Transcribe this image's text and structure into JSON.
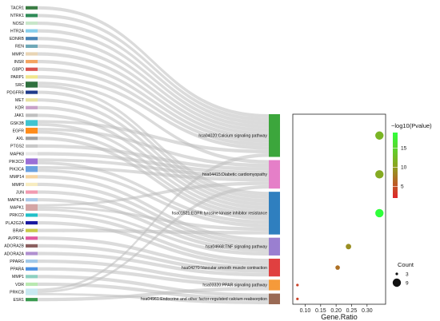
{
  "chart_data": {
    "type": "sankey-dotplot",
    "genes": [
      {
        "name": "TACR1",
        "color": "#3a7d44"
      },
      {
        "name": "NTRK1",
        "color": "#2e8b57"
      },
      {
        "name": "NOS2",
        "color": "#c8e6c9"
      },
      {
        "name": "HTR2A",
        "color": "#87ceeb"
      },
      {
        "name": "EDNRB",
        "color": "#4682b4"
      },
      {
        "name": "REN",
        "color": "#6fa8b8"
      },
      {
        "name": "MMP2",
        "color": "#e8d5b5"
      },
      {
        "name": "INSR",
        "color": "#f4a460"
      },
      {
        "name": "GBPD",
        "color": "#d9534f"
      },
      {
        "name": "PARP1",
        "color": "#f0e68c"
      },
      {
        "name": "SRC",
        "color": "#2f6f3e"
      },
      {
        "name": "PDGFRB",
        "color": "#1e3a8a"
      },
      {
        "name": "MET",
        "color": "#e6e1a0"
      },
      {
        "name": "KDR",
        "color": "#c8a2c8"
      },
      {
        "name": "JAK1",
        "color": "#c0c0c0"
      },
      {
        "name": "GSK3B",
        "color": "#40c4d0"
      },
      {
        "name": "EGFR",
        "color": "#ff8c1a"
      },
      {
        "name": "AXL",
        "color": "#a0a0a0"
      },
      {
        "name": "PTGS2",
        "color": "#c9c9c9"
      },
      {
        "name": "MAPK8",
        "color": "#e8e8e8"
      },
      {
        "name": "PIK3CD",
        "color": "#9b6fd6"
      },
      {
        "name": "PIK3CA",
        "color": "#6aa1e0"
      },
      {
        "name": "MMP14",
        "color": "#f5d3a0"
      },
      {
        "name": "MMP3",
        "color": "#f7ecc0"
      },
      {
        "name": "JUN",
        "color": "#f29ab0"
      },
      {
        "name": "MAPK14",
        "color": "#a8c8e8"
      },
      {
        "name": "MAPK1",
        "color": "#d4a5a5"
      },
      {
        "name": "PRKCD",
        "color": "#20c0c8"
      },
      {
        "name": "PLA2G2A",
        "color": "#1a1aa0"
      },
      {
        "name": "BRAF",
        "color": "#c8c84a"
      },
      {
        "name": "AVPR1A",
        "color": "#e05aa0"
      },
      {
        "name": "ADORA2B",
        "color": "#8b6060"
      },
      {
        "name": "ADORA2A",
        "color": "#b090d0"
      },
      {
        "name": "PPARG",
        "color": "#a0c8e8"
      },
      {
        "name": "PPARA",
        "color": "#4a90e2"
      },
      {
        "name": "MMP1",
        "color": "#8ed0c0"
      },
      {
        "name": "VDR",
        "color": "#b8e8b0"
      },
      {
        "name": "PRKCB",
        "color": "#c8e8f0"
      },
      {
        "name": "ESR1",
        "color": "#3a9a50"
      }
    ],
    "pathways": [
      {
        "name": "hsa04020:Calcium signaling pathway",
        "color": "#3ca63c",
        "gene_ratio": 0.34,
        "count": 9,
        "neg_log10_p": 12
      },
      {
        "name": "hsa04415:Diabetic cardiomyopathy",
        "color": "#e57fc8",
        "gene_ratio": 0.34,
        "count": 9,
        "neg_log10_p": 11
      },
      {
        "name": "hsa01521:EGFR tyrosine kinase inhibitor resistance",
        "color": "#2f7fbf",
        "gene_ratio": 0.34,
        "count": 9,
        "neg_log10_p": 19
      },
      {
        "name": "hsa04668:TNF signaling pathway",
        "color": "#9a7fd0",
        "gene_ratio": 0.24,
        "count": 6,
        "neg_log10_p": 9
      },
      {
        "name": "hsa04270:Vascular smooth muscle contraction",
        "color": "#e04040",
        "gene_ratio": 0.205,
        "count": 5,
        "neg_log10_p": 7
      },
      {
        "name": "hsa03320:PPAR signaling pathway",
        "color": "#f59a3a",
        "gene_ratio": 0.075,
        "count": 3,
        "neg_log10_p": 4
      },
      {
        "name": "hsa04961:Endocrine and other factor-regulated calcium reabsorption",
        "color": "#9a6a55",
        "gene_ratio": 0.075,
        "count": 3,
        "neg_log10_p": 4
      }
    ],
    "links": [
      [
        0,
        0
      ],
      [
        1,
        0
      ],
      [
        2,
        0
      ],
      [
        3,
        0
      ],
      [
        4,
        0
      ],
      [
        5,
        0
      ],
      [
        6,
        0
      ],
      [
        7,
        0
      ],
      [
        8,
        0
      ],
      [
        9,
        0
      ],
      [
        10,
        2
      ],
      [
        11,
        2
      ],
      [
        12,
        2
      ],
      [
        13,
        2
      ],
      [
        14,
        2
      ],
      [
        15,
        2
      ],
      [
        16,
        2
      ],
      [
        17,
        2
      ],
      [
        18,
        1
      ],
      [
        19,
        1
      ],
      [
        20,
        1
      ],
      [
        20,
        2
      ],
      [
        21,
        1
      ],
      [
        21,
        2
      ],
      [
        22,
        3
      ],
      [
        23,
        3
      ],
      [
        24,
        3
      ],
      [
        25,
        3
      ],
      [
        26,
        3
      ],
      [
        26,
        2
      ],
      [
        27,
        4
      ],
      [
        28,
        4
      ],
      [
        29,
        2
      ],
      [
        30,
        4
      ],
      [
        31,
        4
      ],
      [
        32,
        4
      ],
      [
        33,
        5
      ],
      [
        34,
        5
      ],
      [
        35,
        6
      ],
      [
        36,
        6
      ],
      [
        37,
        1
      ],
      [
        37,
        0
      ],
      [
        37,
        6
      ],
      [
        38,
        5
      ],
      [
        16,
        1
      ],
      [
        10,
        1
      ],
      [
        26,
        1
      ],
      [
        15,
        0
      ]
    ],
    "xlabel": "Gene.Ratio",
    "x_ticks": [
      0.1,
      0.15,
      0.2,
      0.25,
      0.3
    ],
    "xlim": [
      0.06,
      0.36
    ],
    "color_legend": {
      "title": "−log10(Pvalue)",
      "ticks": [
        5,
        10,
        15
      ],
      "range": [
        2,
        19
      ],
      "low_color": "#e0242a",
      "high_color": "#2fff3a"
    },
    "size_legend": {
      "title": "Count",
      "values": [
        3,
        9
      ]
    }
  }
}
